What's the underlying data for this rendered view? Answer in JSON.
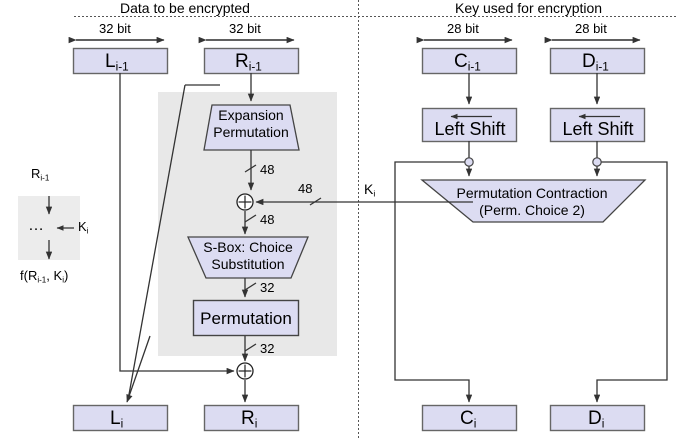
{
  "diagram": {
    "title_left": "Data to be encrypted",
    "title_right": "Key used for encryption",
    "colors": {
      "box_fill": "#dcdcf2",
      "box_stroke": "#666666",
      "region_fill": "#e8e8e8",
      "line": "#333333",
      "text": "#000000"
    }
  },
  "widths": {
    "left_data": "32 bit",
    "right_data": "32 bit",
    "left_key": "28 bit",
    "right_key": "28 bit"
  },
  "data_half": {
    "l_prev": "L",
    "l_prev_sub": "i-1",
    "r_prev": "R",
    "r_prev_sub": "i-1",
    "l_next": "L",
    "l_next_sub": "i",
    "r_next": "R",
    "r_next_sub": "i"
  },
  "key_half": {
    "c_prev": "C",
    "c_prev_sub": "i-1",
    "d_prev": "D",
    "d_prev_sub": "i-1",
    "c_next": "C",
    "c_next_sub": "i",
    "d_next": "D",
    "d_next_sub": "i",
    "left_shift_1": "Left Shift",
    "left_shift_2": "Left Shift",
    "perm_contraction_line1": "Permutation Contraction",
    "perm_contraction_line2": "(Perm. Choice 2)"
  },
  "f_function": {
    "expansion_line1": "Expansion",
    "expansion_line2": "Permutation",
    "sbox_line1": "S-Box: Choice",
    "sbox_line2": "Substitution",
    "permutation": "Permutation"
  },
  "bus_labels": {
    "exp_out": "48",
    "key_in": "48",
    "xor_out": "48",
    "sbox_out": "32",
    "perm_out": "32"
  },
  "subkey": {
    "label": "K",
    "label_sub": "i"
  },
  "inset": {
    "input": "R",
    "input_sub": "i-1",
    "dots": "…",
    "key": "K",
    "key_sub": "i",
    "output_prefix": "f(R",
    "output_sub1": "i-1",
    "output_mid": ", K",
    "output_sub2": "i",
    "output_suffix": ")"
  }
}
